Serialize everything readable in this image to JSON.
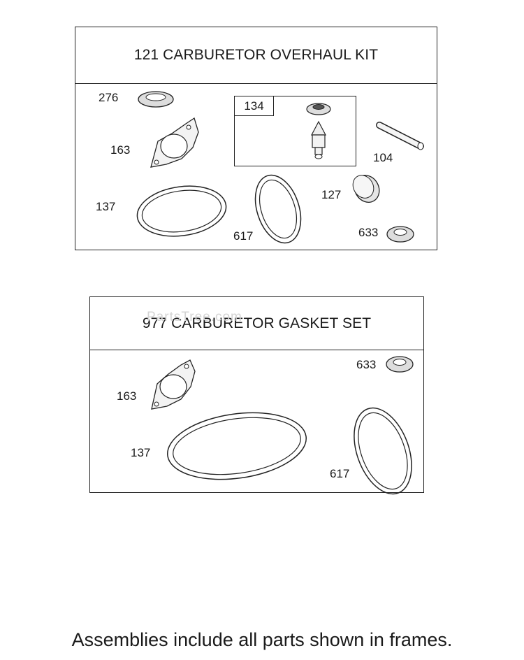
{
  "kit_overhaul": {
    "title": "121 CARBURETOR OVERHAUL KIT",
    "labels": {
      "p276": "276",
      "p163": "163",
      "p137": "137",
      "p617": "617",
      "p134": "134",
      "p104": "104",
      "p127": "127",
      "p633": "633"
    }
  },
  "kit_gasket": {
    "title": "977 CARBURETOR GASKET SET",
    "labels": {
      "p163": "163",
      "p137": "137",
      "p633": "633",
      "p617": "617"
    }
  },
  "watermark": "PartsTree.com",
  "footer": "Assemblies include all parts shown in frames."
}
